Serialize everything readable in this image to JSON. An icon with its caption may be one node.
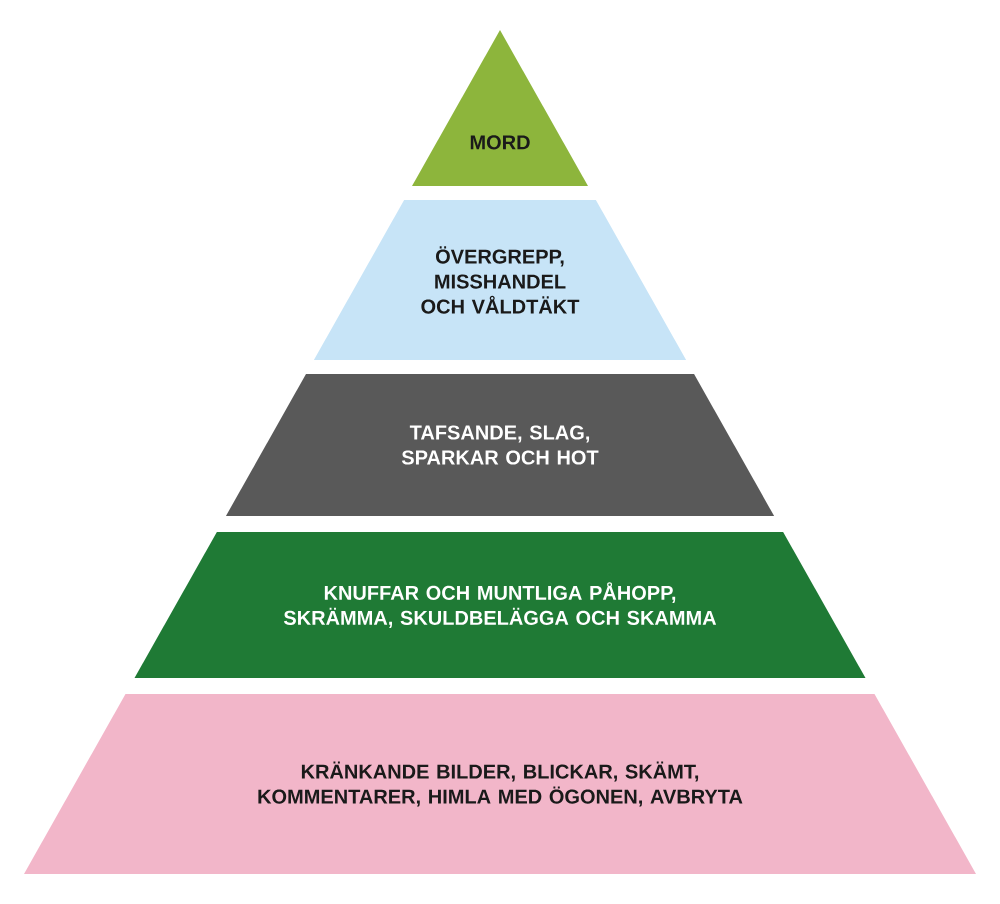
{
  "diagram": {
    "nodes": [
      {
        "text": [
          "MORD"
        ]
      },
      {
        "text": [
          "ÖVERGREPP, MISSHANDEL OCH VÅLDTÄKT"
        ]
      },
      {
        "text": [
          "TAFSANDE, SLAG, SPARKAR OCH HOT"
        ]
      },
      {
        "text": [
          "KNUFFAR OCH MUNTLIGA PÅHOPP, SKRÄMMA, SKULDBELÄGGA OCH SKAMMA"
        ]
      },
      {
        "text": [
          "KRÄNKANDE BILDER, BLICKAR, SKÄMT, KOMMENTARER, HIMLA MED ÖGONEN, AVBRYTA"
        ]
      }
    ]
  }
}
